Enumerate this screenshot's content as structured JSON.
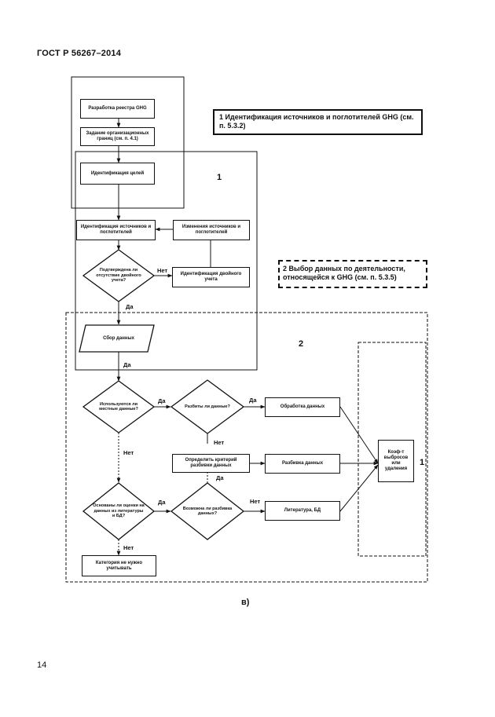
{
  "header": "ГОСТ Р 56267–2014",
  "page_number": "14",
  "caption": "в)",
  "legend": {
    "item1": "1 Идентификация источников и поглотителей GHG (см. п. 5.3.2)",
    "item2": "2 Выбор данных по деятельности, относящейся к GHG (см. п. 5.3.5)"
  },
  "region_labels": {
    "r1": "1",
    "r2": "2",
    "r1b": "1"
  },
  "boxes": {
    "dev_registry": "Разработка реестра GHG",
    "boundaries": "Задание организационных границ (см. п. 4.1)",
    "ident_sources": "Идентификация целей",
    "ident_sinks": "Идентификация источников и поглотителей",
    "changes": "Изменения источников и поглотителей",
    "double_count": "Идентификация двойного учета",
    "data_collect": "Сбор данных",
    "process_data": "Обработка данных",
    "define_criteria": "Определить критерий разбивки данных",
    "split_data": "Разбивка данных",
    "literature": "Литература, БД",
    "emission_factor": "Коэф-т выбросов или удаления",
    "category_ignore": "Категория не нужно учитывать"
  },
  "decisions": {
    "confirm_double": "Подтверждена ли отсутствие двойного учета?",
    "use_measured": "Используются ли местные данные?",
    "split_needed": "Разбиты ли данные?",
    "based_on_lit": "Основаны ли оценки на данных из литературы и БД?",
    "split_possible": "Возможна ли разбивка данных?"
  },
  "edge_labels": {
    "no_1": "Нет",
    "yes_1": "Да",
    "yes_2": "Да",
    "yes_3": "Да",
    "yes_4": "Да",
    "no_2": "Нет",
    "no_3": "Нет",
    "yes_5": "Да",
    "yes_6": "Да",
    "no_4": "Нет",
    "no_5": "Нет"
  }
}
